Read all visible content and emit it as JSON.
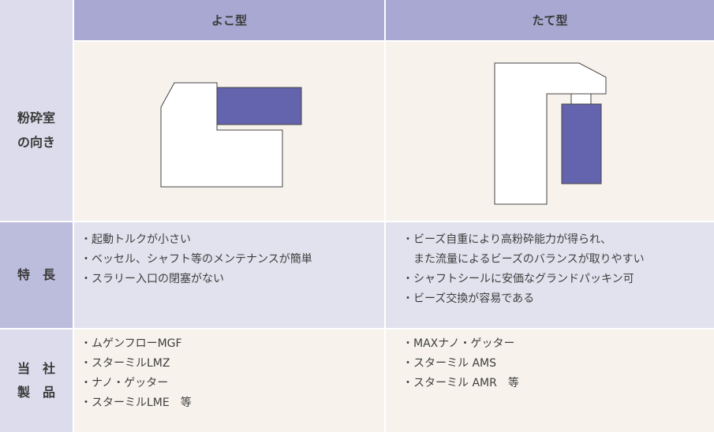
{
  "table": {
    "columns": [
      {
        "label": ""
      },
      {
        "label": "よこ型"
      },
      {
        "label": "たて型"
      }
    ],
    "rows": [
      {
        "label_lines": [
          "粉砕室",
          "の向き"
        ],
        "yoko": {
          "diagram": "horizontal-chamber-diagram"
        },
        "tate": {
          "diagram": "vertical-chamber-diagram"
        }
      },
      {
        "label": "特　長",
        "yoko": {
          "items": [
            "起動トルクが小さい",
            "ベッセル、シャフト等のメンテナンスが簡単",
            "スラリー入口の閉塞がない"
          ]
        },
        "tate": {
          "items": [
            "ビーズ自重により高粉砕能力が得られ、",
            "また流量によるビーズのバランスが取りやすい",
            "シャフトシールに安価なグランドパッキン可",
            "ビーズ交換が容易である"
          ]
        }
      },
      {
        "label_lines": [
          "当　社",
          "製　品"
        ],
        "yoko": {
          "items": [
            "ムゲンフローMGF",
            "スターミルLMZ",
            "ナノ・ゲッター",
            "スターミルLME　等"
          ]
        },
        "tate": {
          "items": [
            "MAXナノ・ゲッター",
            "スターミル AMS",
            "スターミル AMR　等"
          ]
        }
      }
    ],
    "bullet": "・"
  },
  "colors": {
    "header_bg": "#a8a8d2",
    "label_light_bg": "#dcdcec",
    "label_dark_bg": "#bcbcdc",
    "cream_bg": "#f7f3ec",
    "lavender_bg": "#e2e2ef",
    "vessel_fill": "#6463ad"
  }
}
